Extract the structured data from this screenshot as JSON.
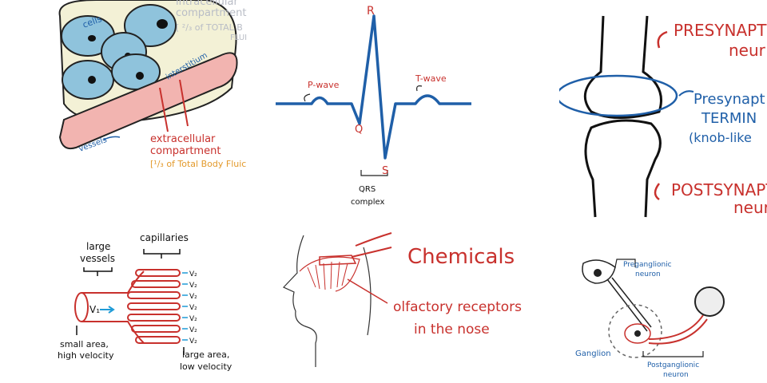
{
  "panels": {
    "fluid": {
      "cells": "cells",
      "intra_1": "intracellular",
      "intra_2": "compartment",
      "intra_3": "[ ²/₃ of TOTAL B",
      "intra_4": "FLUI",
      "interstitium": "interstitium",
      "vessels": "vessels",
      "extra_1": "extracellular",
      "extra_2": "compartment",
      "extra_3": "[¹/₃ of Total Body Fluic"
    },
    "ecg": {
      "r": "R",
      "q": "Q",
      "s": "S",
      "p_wave": "P-wave",
      "t_wave": "T-wave",
      "qrs_1": "QRS",
      "qrs_2": "complex"
    },
    "synapse": {
      "pre_1": "PRESYNAPT",
      "pre_2": "neur",
      "term_1": "Presynapt",
      "term_2": "TERMIN",
      "term_3": "(knob-like",
      "post_1": "POSTSYNAPT",
      "post_2": "neur"
    },
    "vessels": {
      "large_1": "large",
      "large_2": "vessels",
      "capillaries": "capillaries",
      "v1": "V₁",
      "v2": "V₂",
      "small_1": "small area,",
      "small_2": "high velocity",
      "large_area_1": "large area,",
      "large_area_2": "low velocity"
    },
    "smell": {
      "chemicals": "Chemicals",
      "olf_1": "olfactory receptors",
      "olf_2": "in the nose"
    },
    "ganglion": {
      "pre_1": "Preganglionic",
      "pre_2": "neuron",
      "ganglion": "Ganglion",
      "post_1": "Postganglionic",
      "post_2": "neuron"
    }
  },
  "colors": {
    "red": "#c8312d",
    "blue": "#1f5fa8",
    "orange": "#e39a2c",
    "cell_fill": "#8fc3dc",
    "vessel_fill": "#f2b4b0",
    "interstitium_fill": "#f3f1d6"
  }
}
